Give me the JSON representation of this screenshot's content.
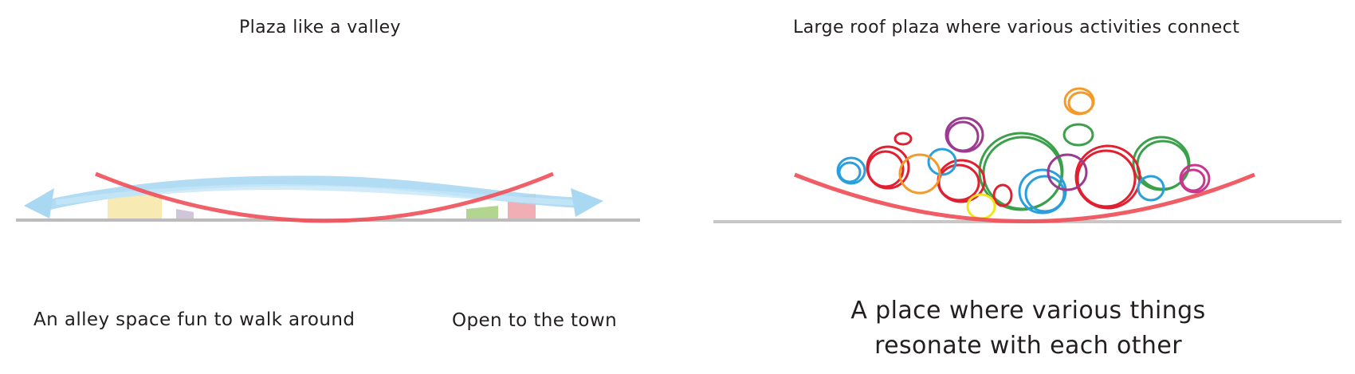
{
  "left_diagram": {
    "title": "Plaza like a valley",
    "caption_left": "An alley space fun to walk around",
    "caption_right": "Open to the town"
  },
  "right_diagram": {
    "title": "Large roof plaza where various activities connect",
    "caption_line1": "A place where various things",
    "caption_line2": "resonate with each other"
  },
  "colors": {
    "curve": "#ef4f58",
    "flow": "#a9d8f2",
    "ground": "#c8c6c7",
    "circle_red": "#e02030",
    "circle_green": "#3aa14a",
    "circle_blue": "#2a9fdc",
    "circle_orange": "#f39a2a",
    "circle_purple": "#9b3a8e",
    "circle_yellow": "#f2e51a",
    "circle_magenta": "#c8368f"
  }
}
